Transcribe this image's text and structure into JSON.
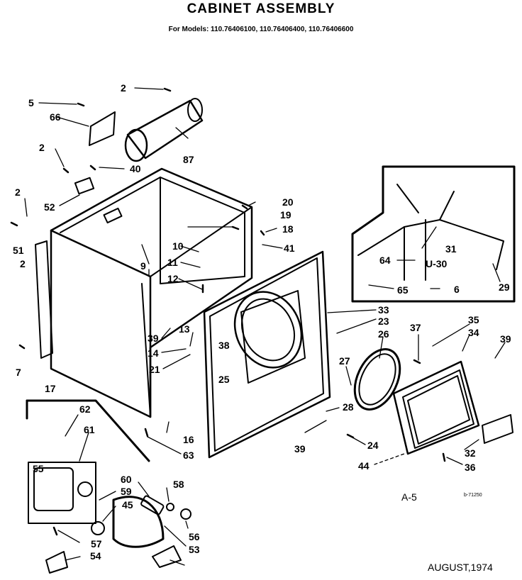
{
  "header": {
    "title": "CABINET ASSEMBLY",
    "subtitle": "For Models: 110.76406100, 110.76406400, 110.76406600"
  },
  "page_code": "A-5",
  "small_code": "b-71250",
  "date": "AUGUST,1974",
  "wire_harness_labels": [
    "31",
    "U-30",
    "64",
    "65",
    "6",
    "29"
  ],
  "callouts": [
    "2",
    "5",
    "66",
    "87",
    "2",
    "40",
    "52",
    "2",
    "51",
    "2",
    "7",
    "17",
    "20",
    "19",
    "18",
    "41",
    "9",
    "10",
    "11",
    "12",
    "39",
    "13",
    "14",
    "21",
    "33",
    "23",
    "38",
    "25",
    "26",
    "27",
    "28",
    "39",
    "24",
    "35",
    "34",
    "39",
    "37",
    "32",
    "36",
    "44",
    "16",
    "63",
    "62",
    "61",
    "55",
    "60",
    "59",
    "45",
    "58",
    "57",
    "54",
    "56",
    "53"
  ]
}
